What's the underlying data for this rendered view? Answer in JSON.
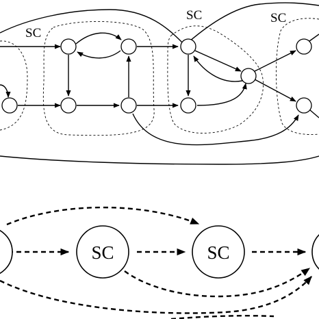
{
  "top_graph": {
    "region_labels": [
      "SC",
      "SC",
      "SC"
    ]
  },
  "condensation_graph": {
    "node_labels": [
      "SC",
      "SC"
    ]
  },
  "colors": {
    "stroke": "#000000",
    "background": "#ffffff"
  }
}
